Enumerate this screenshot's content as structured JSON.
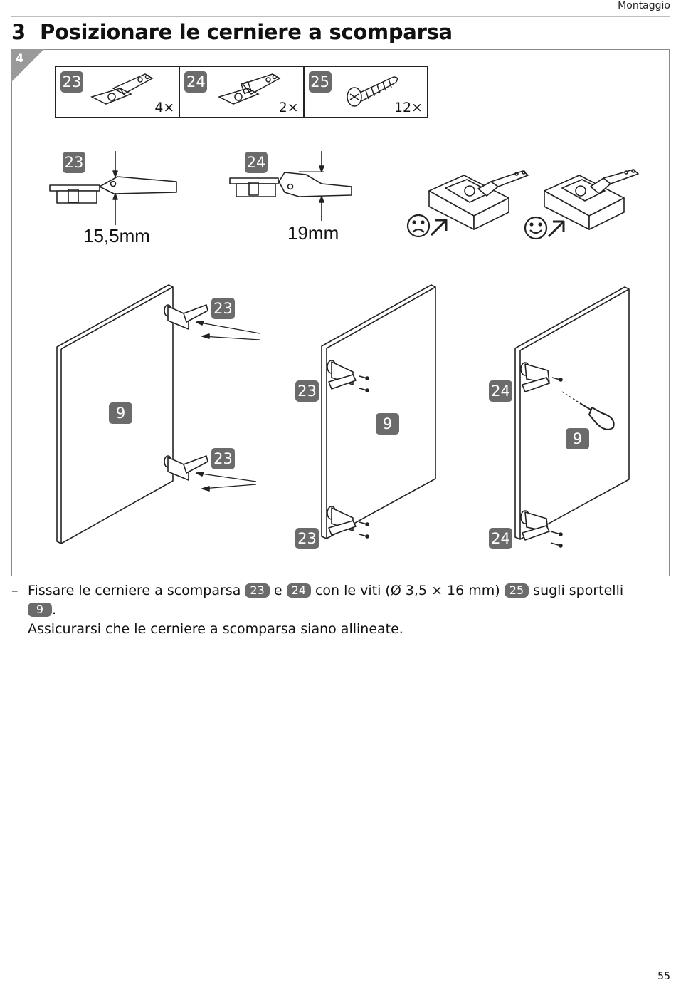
{
  "header": {
    "section_label": "Montaggio"
  },
  "section": {
    "number": "3",
    "title": "Posizionare le cerniere a scomparsa"
  },
  "step": {
    "number": "4"
  },
  "parts": [
    {
      "id": "23",
      "qty": "4×"
    },
    {
      "id": "24",
      "qty": "2×"
    },
    {
      "id": "25",
      "qty": "12×"
    }
  ],
  "detail": {
    "hinge_23": {
      "id": "23",
      "dimension": "15,5mm"
    },
    "hinge_24": {
      "id": "24",
      "dimension": "19mm"
    },
    "wrong_icon": "sad-face-icon",
    "right_icon": "smiley-face-icon"
  },
  "assembly": {
    "door_id": "9",
    "panel_a": {
      "top_hinge": "23",
      "bottom_hinge": "23"
    },
    "panel_b": {
      "top_hinge": "23",
      "bottom_hinge": "23"
    },
    "panel_c": {
      "top_hinge": "24",
      "bottom_hinge": "24"
    }
  },
  "instruction": {
    "dash": "–",
    "t1": "Fissare le cerniere a scomparsa",
    "p1": "23",
    "t2": "e",
    "p2": "24",
    "t3": "con le viti (Ø 3,5 × 16 mm)",
    "p3": "25",
    "t4": "sugli sportelli",
    "p4": "9",
    "t5": ".",
    "line2": "Assicurarsi che le cerniere a scomparsa siano allineate."
  },
  "footer": {
    "page_number": "55"
  },
  "colors": {
    "badge": "#6b6b6b",
    "frame": "#8a8a8a",
    "line": "#222222"
  }
}
